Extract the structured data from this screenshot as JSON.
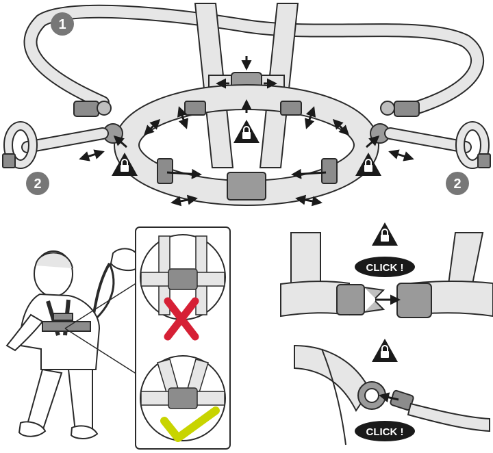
{
  "labels": {
    "step_1": "1",
    "step_2_left": "2",
    "step_2_right": "2",
    "click_top": "CLICK !",
    "click_bottom": "CLICK !"
  },
  "colors": {
    "strap": "#e6e6e6",
    "outline": "#2a2a2a",
    "buckle": "#8c8c8c",
    "badge": "#777777",
    "cross": "#d62035",
    "check": "#c8d400",
    "warning": "#1a1a1a"
  },
  "icons": [
    "lock-warning-icon",
    "arrow-icon",
    "double-arrow-icon",
    "cross-icon",
    "check-icon",
    "buckle-icon",
    "carabiner-clip-icon"
  ]
}
